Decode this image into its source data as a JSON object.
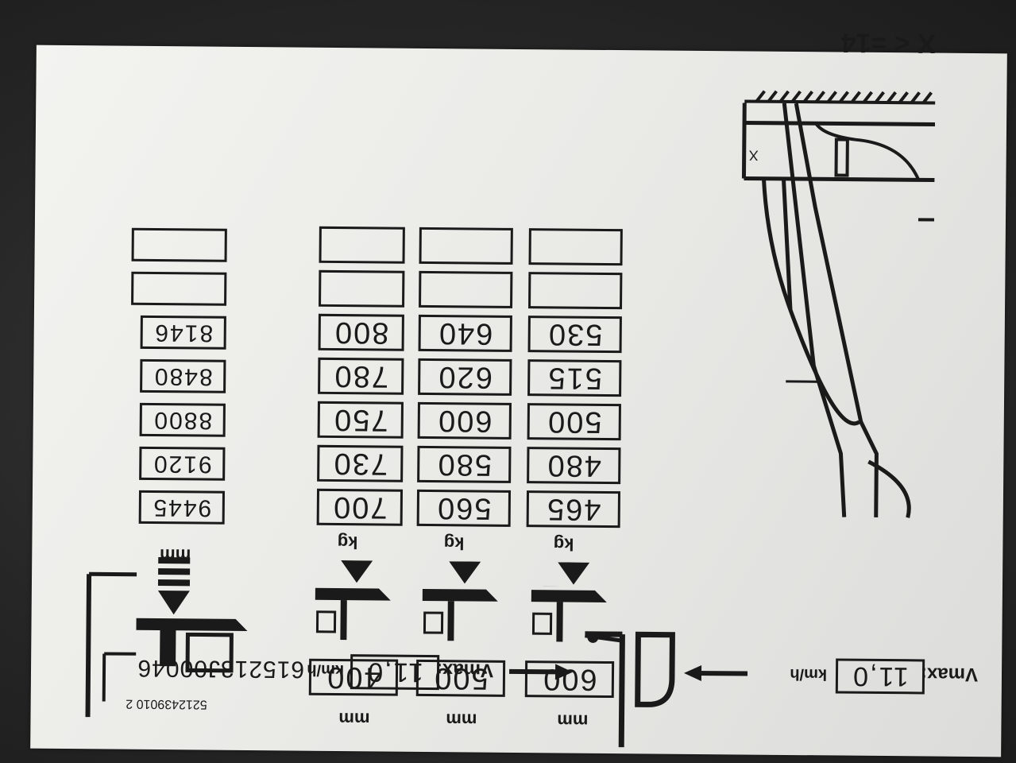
{
  "header": {
    "vmax_label": "Vmax:",
    "speed_left": "11,0",
    "speed_right": "11,0",
    "speed_unit": "km/h",
    "serial": "615213J00046",
    "part_number": "5212439010 2"
  },
  "diagram": {
    "x_formula": "X < =14",
    "x_mark": "X"
  },
  "load_centers": [
    {
      "value": "600",
      "unit": "mm"
    },
    {
      "value": "500",
      "unit": "mm"
    },
    {
      "value": "400",
      "unit": "mm"
    }
  ],
  "weight_unit": "kg",
  "height_unit": "mm",
  "capacity_rows": [
    {
      "values": [
        "465",
        "480",
        "500",
        "515",
        "530",
        "",
        ""
      ]
    },
    {
      "values": [
        "560",
        "580",
        "600",
        "620",
        "640",
        "",
        ""
      ]
    },
    {
      "values": [
        "700",
        "730",
        "750",
        "780",
        "800",
        "",
        ""
      ]
    }
  ],
  "lift_heights": [
    "9445",
    "9120",
    "8800",
    "8480",
    "8146",
    "",
    ""
  ]
}
